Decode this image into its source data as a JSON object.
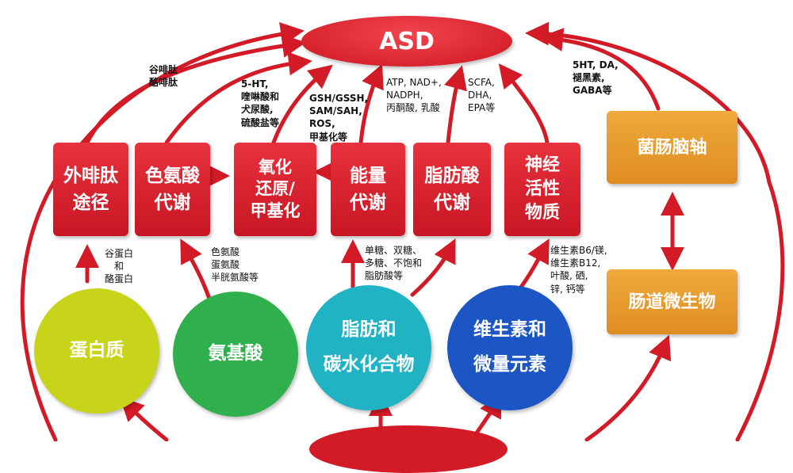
{
  "top": {
    "label": "ASD"
  },
  "pathways": [
    {
      "label": "外啡肽\n途径"
    },
    {
      "label": "色氨酸\n代谢"
    },
    {
      "label": "氧化\n还原/\n甲基化"
    },
    {
      "label": "能量\n代谢"
    },
    {
      "label": "脂肪酸\n代谢"
    },
    {
      "label": "神经\n活性\n物质"
    }
  ],
  "axis": {
    "gut_brain": "菌肠脑轴",
    "microbiota": "肠道微生物"
  },
  "nutrients": [
    {
      "label": "蛋白质",
      "color": "#c8d41a"
    },
    {
      "label": "氨基酸",
      "color": "#2fb04c"
    },
    {
      "label": "脂肪和\n碳水化合物",
      "color": "#1fb3c4"
    },
    {
      "label": "维生素和\n微量元素",
      "color": "#1c55c4"
    }
  ],
  "annotations": {
    "opioid_peptides": "谷啡肽\n酪啡肽",
    "tryptophan_products": "5-HT,\n喹啉酸和\n犬尿酸,\n硫酸盐等",
    "redox_products": "GSH/GSSH,\nSAM/SAH,\nROS,\n甲基化等",
    "energy_products": "ATP,  NAD+,\nNADPH,\n丙酮酸, 乳酸",
    "fatty_products": "SCFA,\nDHA,\nEPA等",
    "neuro_products": "5HT, DA,\n褪黑素,\nGABA等",
    "protein_products": "谷蛋白\n和\n酪蛋白",
    "amino_acids": "色氨酸\n蛋氨酸\n半胱氨酸等",
    "sugars": "单糖、双糖、\n多糖、不饱和\n脂肪酸等",
    "vitamins": "维生素B6/镁,\n维生素B12,\n叶酸, 硒,\n锌, 钙等"
  },
  "colors": {
    "red": "#d31a27",
    "gold": "#e89a2e"
  }
}
